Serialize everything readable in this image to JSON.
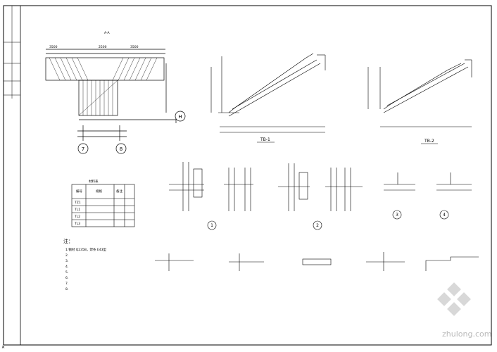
{
  "watermark": {
    "site": "zhulong.com"
  },
  "plan": {
    "axis_left": "7",
    "axis_right": "8",
    "axis_side": "H"
  },
  "sections": {
    "tb1_title": "TB-1",
    "tb2_title": "TB-2"
  },
  "details": {
    "d1": "1",
    "d2": "2",
    "d3": "3",
    "d4": "4"
  },
  "table": {
    "headers": [
      "编号",
      "规格",
      "备注"
    ],
    "rows": [
      [
        "TZ1",
        "",
        ""
      ],
      [
        "TL1",
        "",
        ""
      ],
      [
        "TL2",
        "",
        ""
      ],
      [
        "TL3",
        "",
        ""
      ]
    ]
  },
  "notes": {
    "title": "注：",
    "items": [
      "1.钢材 Q235B，焊条 E43型",
      "2.",
      "3.",
      "4.",
      "5.",
      "6.",
      "7.",
      "8."
    ]
  }
}
